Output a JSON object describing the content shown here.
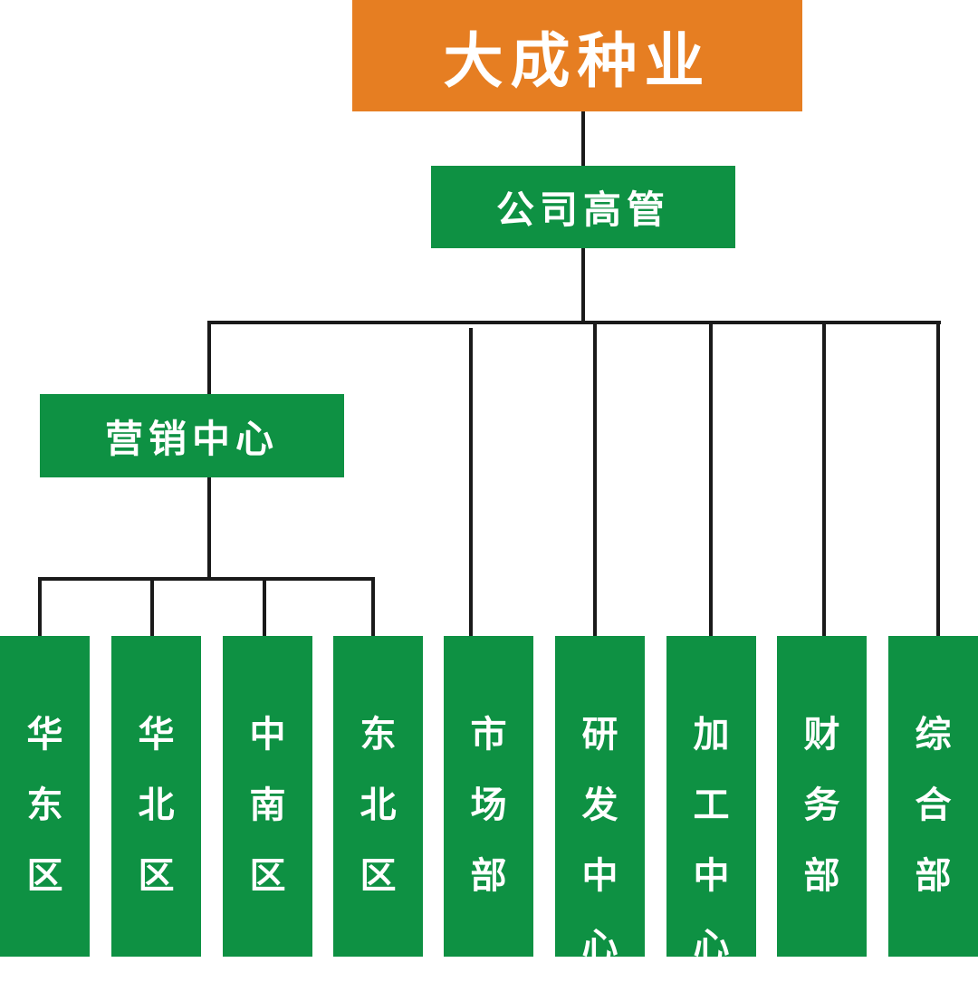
{
  "org_chart": {
    "root": {
      "label": "大成种业",
      "color": "#e67e22"
    },
    "management": {
      "label": "公司高管"
    },
    "sales_center": {
      "label": "营销中心"
    },
    "regions": [
      {
        "label": "华东区"
      },
      {
        "label": "华北区"
      },
      {
        "label": "中南区"
      },
      {
        "label": "东北区"
      }
    ],
    "departments": [
      {
        "label": "市场部"
      },
      {
        "label": "研发中心"
      },
      {
        "label": "加工中心"
      },
      {
        "label": "财务部"
      },
      {
        "label": "综合部"
      }
    ],
    "box_color": "#0e9143",
    "line_color": "#1a1a1a"
  }
}
